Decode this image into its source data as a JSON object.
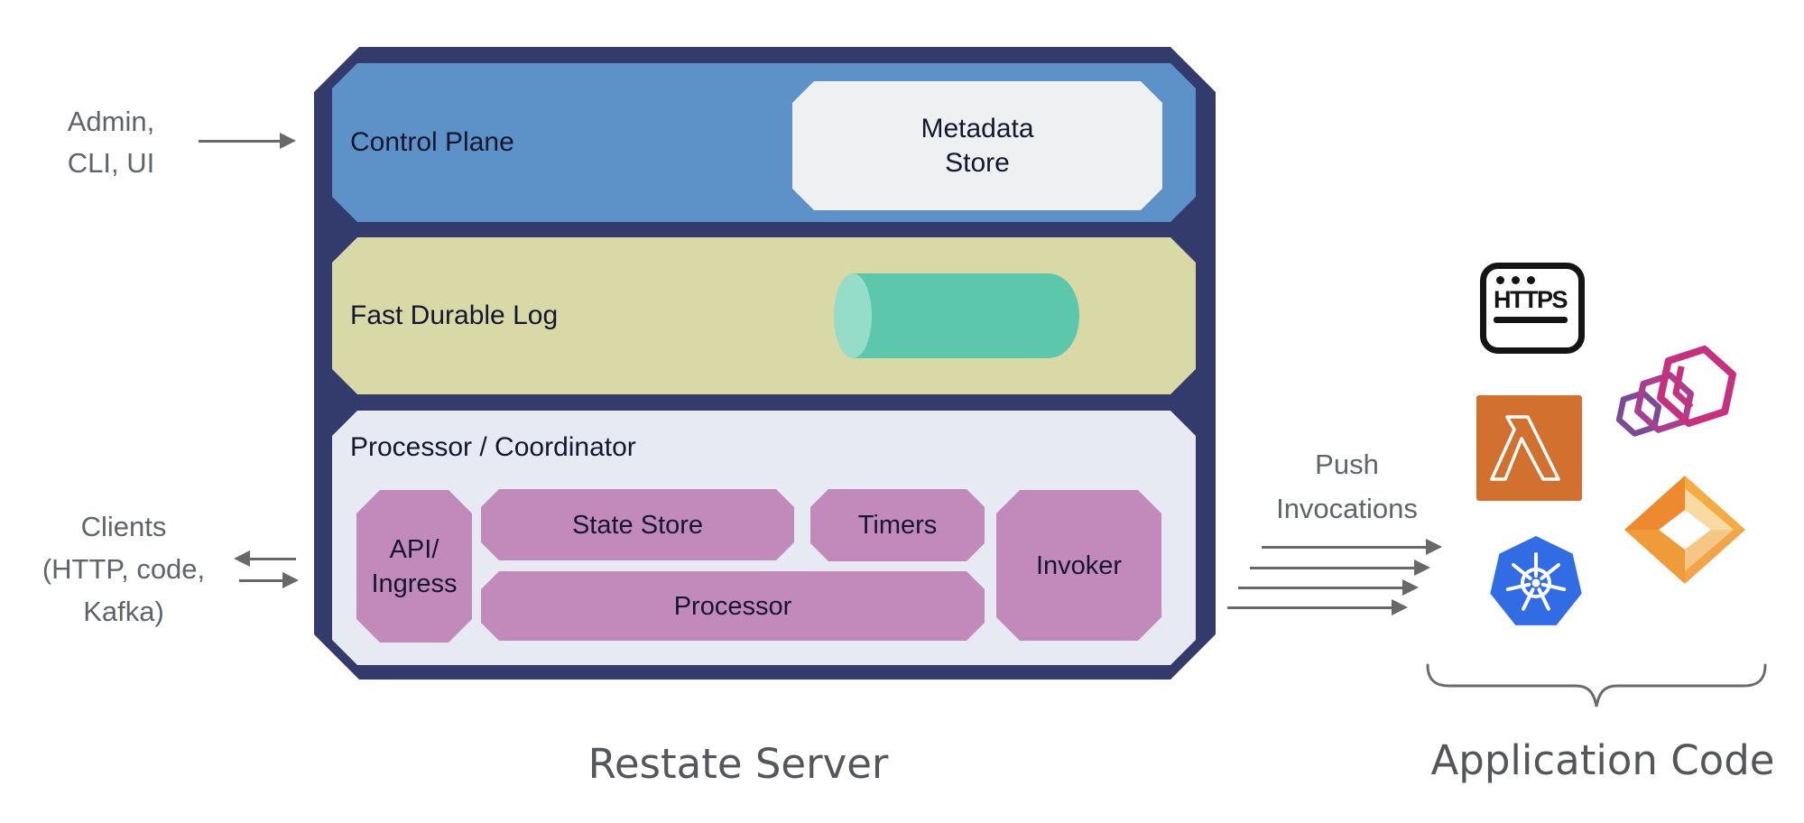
{
  "diagram": {
    "left": {
      "admin": {
        "line1": "Admin,",
        "line2": "CLI, UI"
      },
      "clients": {
        "line1": "Clients",
        "line2": "(HTTP, code,",
        "line3": "Kafka)"
      }
    },
    "server": {
      "title": "Restate Server",
      "control_plane": {
        "label": "Control Plane",
        "metadata_store": {
          "line1": "Metadata",
          "line2": "Store"
        }
      },
      "durable_log": {
        "label": "Fast Durable Log"
      },
      "processor_coordinator": {
        "label": "Processor / Coordinator",
        "api_ingress": {
          "line1": "API/",
          "line2": "Ingress"
        },
        "state_store": "State Store",
        "timers": "Timers",
        "processor": "Processor",
        "invoker": "Invoker"
      }
    },
    "right": {
      "push": {
        "line1": "Push",
        "line2": "Invocations"
      },
      "application_code": "Application Code",
      "icons": {
        "https_browser": {
          "name": "https-browser-icon",
          "label": "HTTPS"
        },
        "aws_lambda": {
          "name": "aws-lambda-icon",
          "glyph": "λ"
        },
        "hexagon_cluster": {
          "name": "hexagon-cluster-icon"
        },
        "kubernetes": {
          "name": "kubernetes-icon"
        },
        "orange_diamond": {
          "name": "orange-diamond-icon"
        }
      }
    },
    "colors": {
      "outer_navy": "#333a6c",
      "control_plane_blue": "#5d92c9",
      "durable_log_olive": "#d8d9a6",
      "processor_lavender": "#e8eaf3",
      "component_mauve": "#c28abb",
      "metadata_white": "#eff0f2",
      "cylinder_teal": "#5dc7ac",
      "cylinder_cap_teal": "#95dcc9",
      "arrow_gray": "#686868",
      "label_gray": "#5f646b",
      "kubernetes_blue": "#326ce5",
      "lambda_orange": "#d2702f",
      "hexagon_pink": "#c5317e",
      "hexagon_purple": "#7d4a98",
      "diamond_orange": "#f5ab44"
    }
  }
}
